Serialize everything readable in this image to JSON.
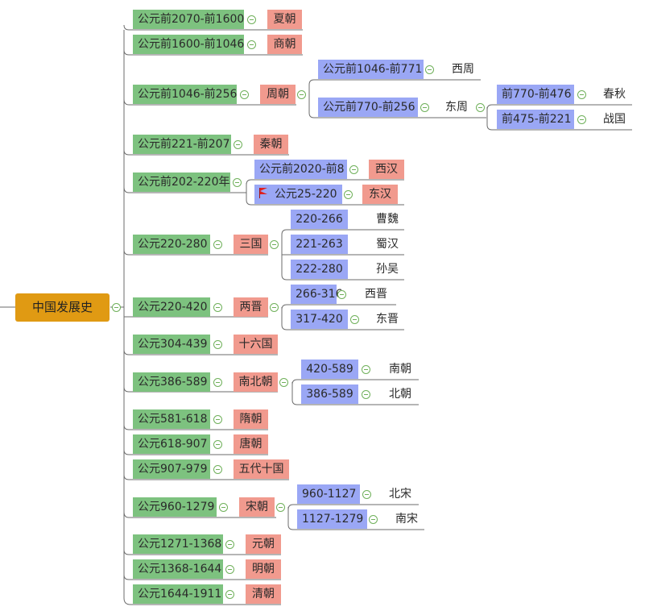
{
  "root": {
    "label": "中国发展史"
  },
  "branches": [
    {
      "period": "公元前2070-前1600",
      "dynasty": "夏朝"
    },
    {
      "period": "公元前1600-前1046",
      "dynasty": "商朝"
    },
    {
      "period": "公元前1046-前256",
      "dynasty": "周朝",
      "children": [
        {
          "period": "公元前1046-前771",
          "name": "西周"
        },
        {
          "period": "公元前770-前256",
          "name": "东周",
          "children": [
            {
              "period": "前770-前476",
              "name": "春秋"
            },
            {
              "period": "前475-前221",
              "name": "战国"
            }
          ]
        }
      ]
    },
    {
      "period": "公元前221-前207",
      "dynasty": "秦朝"
    },
    {
      "period": "公元前202-220年",
      "children": [
        {
          "period": "公元前2020-前8",
          "name": "西汉"
        },
        {
          "period": "公元25-220",
          "name": "东汉",
          "flag": "red-flag-icon"
        }
      ]
    },
    {
      "period": "公元220-280",
      "dynasty": "三国",
      "children": [
        {
          "period": "220-266",
          "name": "曹魏"
        },
        {
          "period": "221-263",
          "name": "蜀汉"
        },
        {
          "period": "222-280",
          "name": "孙吴"
        }
      ]
    },
    {
      "period": "公元220-420",
      "dynasty": "两晋",
      "children": [
        {
          "period": "266-316",
          "name": "西晋"
        },
        {
          "period": "317-420",
          "name": "东晋"
        }
      ]
    },
    {
      "period": "公元304-439",
      "dynasty": "十六国"
    },
    {
      "period": "公元386-589",
      "dynasty": "南北朝",
      "children": [
        {
          "period": "420-589",
          "name": "南朝"
        },
        {
          "period": "386-589",
          "name": "北朝"
        }
      ]
    },
    {
      "period": "公元581-618",
      "dynasty": "隋朝"
    },
    {
      "period": "公元618-907",
      "dynasty": "唐朝"
    },
    {
      "period": "公元907-979",
      "dynasty": "五代十国"
    },
    {
      "period": "公元960-1279",
      "dynasty": "宋朝",
      "children": [
        {
          "period": "960-1127",
          "name": "北宋"
        },
        {
          "period": "1127-1279",
          "name": "南宋"
        }
      ]
    },
    {
      "period": "公元1271-1368",
      "dynasty": "元朝"
    },
    {
      "period": "公元1368-1644",
      "dynasty": "明朝"
    },
    {
      "period": "公元1644-1911",
      "dynasty": "清朝"
    }
  ],
  "colors": {
    "root": "#e09a13",
    "period": "#7dc27f",
    "dynasty": "#f19a8e",
    "sub_period": "#9aa7f5",
    "line": "#6b6b6b",
    "collapse_icon": "#6fb05a"
  },
  "icons": {
    "collapse": "collapse-minus-icon",
    "flag": "red-flag-icon"
  }
}
